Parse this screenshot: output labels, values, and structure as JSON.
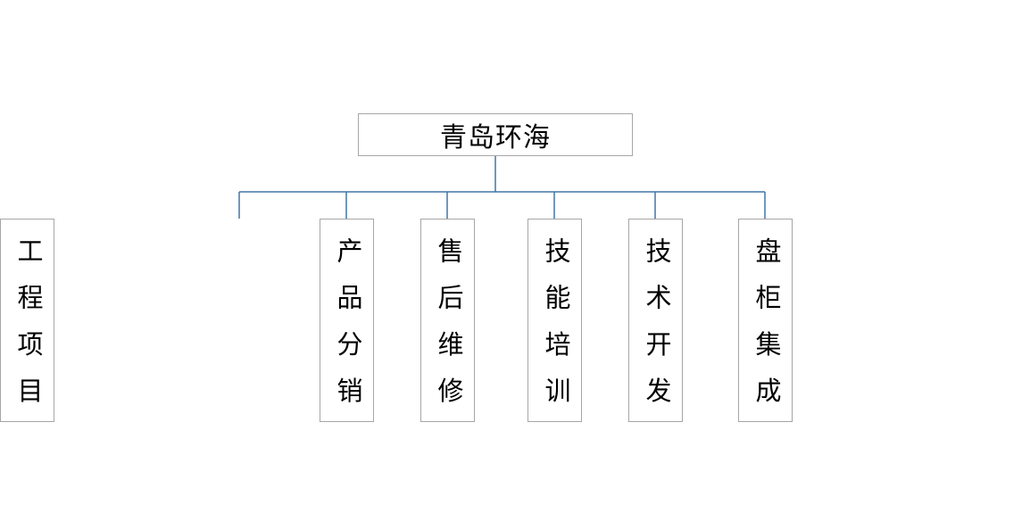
{
  "diagram": {
    "type": "org-chart",
    "root": {
      "label": "青岛环海"
    },
    "departments": [
      {
        "label": "产品分销"
      },
      {
        "label": "售后维修"
      },
      {
        "label": "技能培训"
      },
      {
        "label": "技术开发"
      },
      {
        "label": "盘柜集成"
      },
      {
        "label": "工程项目"
      }
    ]
  },
  "colors": {
    "connector": "#4176A5",
    "box_border": "#A6A6A6",
    "text": "#000000",
    "canvas_bg": "#FFFFFF"
  }
}
